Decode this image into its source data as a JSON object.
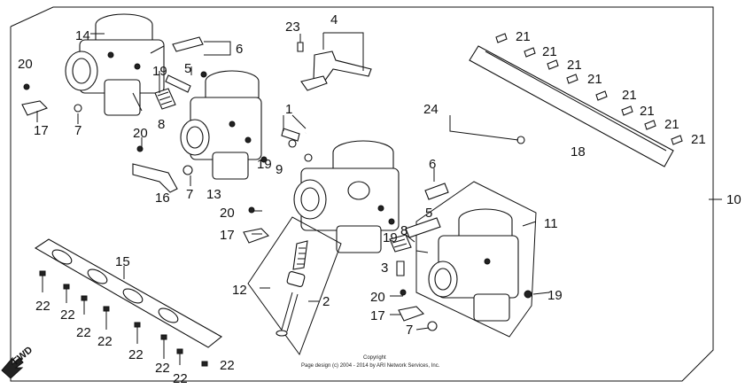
{
  "callouts": {
    "c1": "1",
    "c2": "2",
    "c3": "3",
    "c4": "4",
    "c5a": "5",
    "c5b": "5",
    "c6a": "6",
    "c6b": "6",
    "c7a": "7",
    "c7b": "7",
    "c7c": "7",
    "c8a": "8",
    "c8b": "8",
    "c9": "9",
    "c10": "10",
    "c11": "11",
    "c12": "12",
    "c13": "13",
    "c14": "14",
    "c15": "15",
    "c16": "16",
    "c17a": "17",
    "c17b": "17",
    "c17c": "17",
    "c18": "18",
    "c19a": "19",
    "c19b": "19",
    "c19c": "19",
    "c19d": "19",
    "c20a": "20",
    "c20b": "20",
    "c20c": "20",
    "c20d": "20",
    "c21a": "21",
    "c21b": "21",
    "c21c": "21",
    "c21d": "21",
    "c21e": "21",
    "c21f": "21",
    "c21g": "21",
    "c21h": "21",
    "c22a": "22",
    "c22b": "22",
    "c22c": "22",
    "c22d": "22",
    "c22e": "22",
    "c22f": "22",
    "c22g": "22",
    "c22h": "22",
    "c23": "23",
    "c24": "24"
  },
  "fwd_label": "FWD",
  "copyright_line1": "Copyright",
  "copyright_line2": "Page design (c) 2004 - 2014 by ARI Network Services, Inc."
}
